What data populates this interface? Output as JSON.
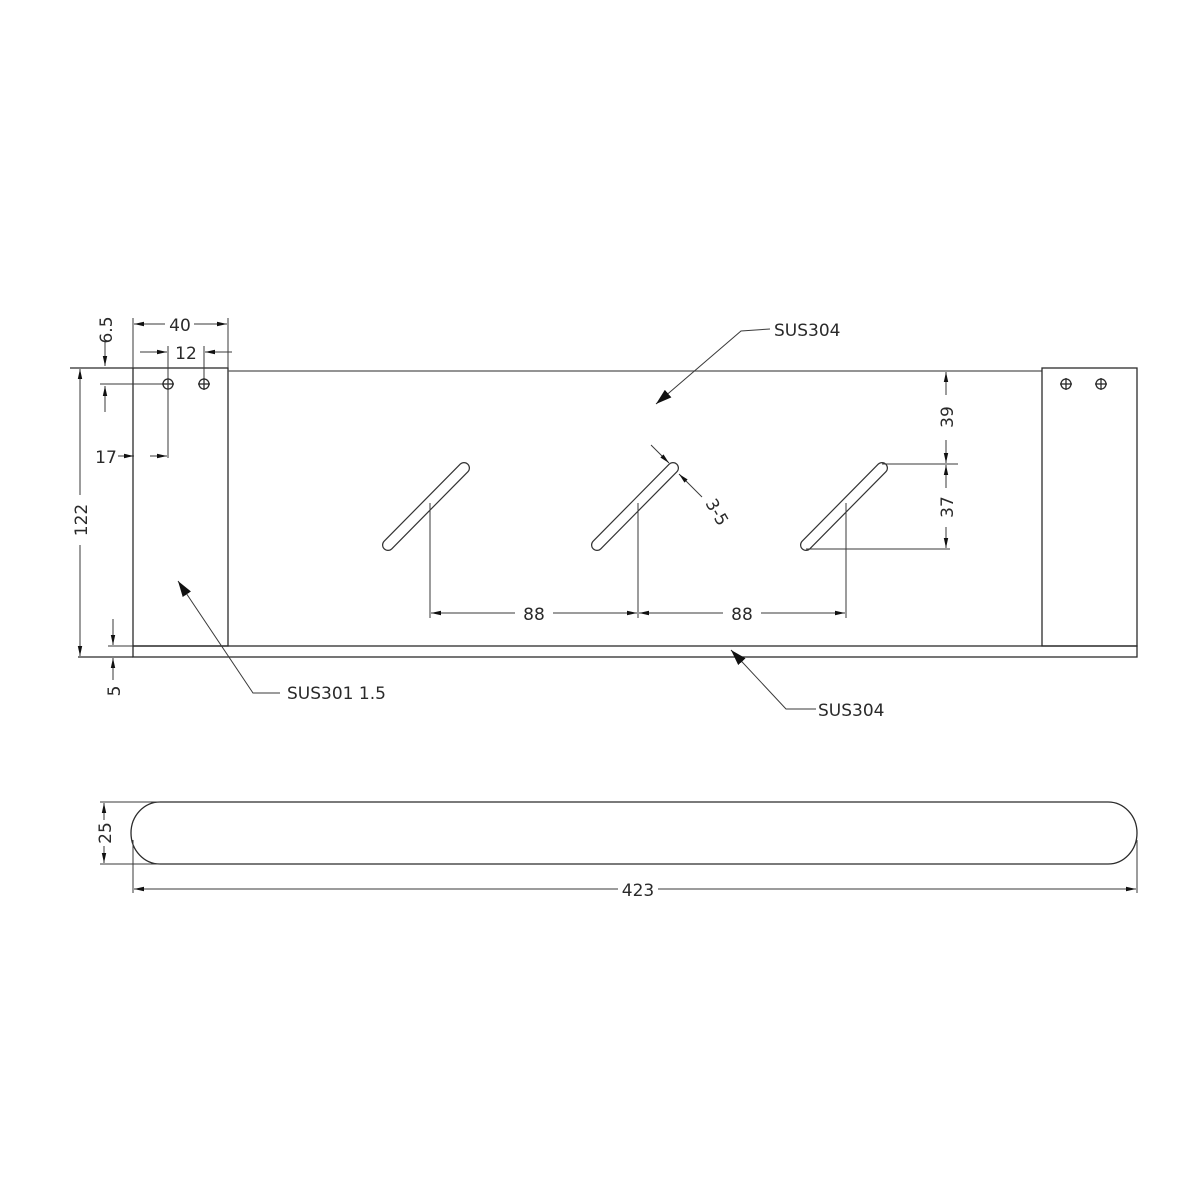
{
  "drawing": {
    "front_view": {
      "dimensions": {
        "top_offset": "6.5",
        "flange_width": "40",
        "hole_spacing": "12",
        "hole_from_edge": "17",
        "overall_height": "122",
        "base_thickness": "5",
        "slot_pitch_1": "88",
        "slot_pitch_2": "88",
        "slot_top_from_top": "39",
        "slot_vertical_span": "37",
        "slot_width": "3-5"
      },
      "callouts": {
        "back_plate_material": "SUS304",
        "side_bracket_material": "SUS301 1.5",
        "bottom_rail_material": "SUS304"
      }
    },
    "top_view": {
      "dimensions": {
        "depth": "25",
        "overall_length": "423"
      }
    },
    "colors": {
      "line": "#2b2b2b",
      "background": "#ffffff"
    }
  }
}
